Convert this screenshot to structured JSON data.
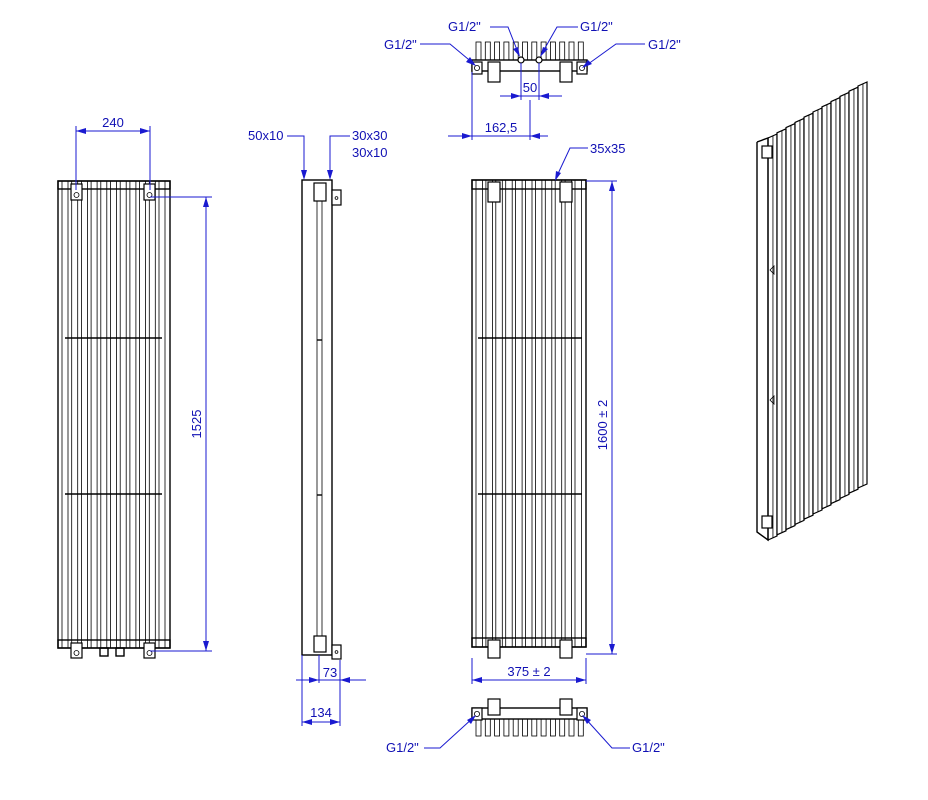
{
  "colors": {
    "drawing_line": "#000000",
    "dimension": "#1a1ad0",
    "dimension_text": "#1010b4",
    "background": "#ffffff"
  },
  "front_view": {
    "width_label": "240",
    "height_label": "1525"
  },
  "side_view": {
    "bracket_label": "50x10",
    "tube_label_1": "30x30",
    "tube_label_2": "30x10",
    "offset_label": "73",
    "depth_label": "134"
  },
  "top_view": {
    "connection_far_left": "G1/2\"",
    "connection_mid_left": "G1/2\"",
    "connection_mid_right": "G1/2\"",
    "connection_far_right": "G1/2\"",
    "spacing_label": "50",
    "offset_label": "162,5"
  },
  "rear_view": {
    "tube_label": "35x35",
    "height_label": "1600 ± 2",
    "width_label": "375 ± 2"
  },
  "bottom_view": {
    "connection_left": "G1/2\"",
    "connection_right": "G1/2\""
  }
}
